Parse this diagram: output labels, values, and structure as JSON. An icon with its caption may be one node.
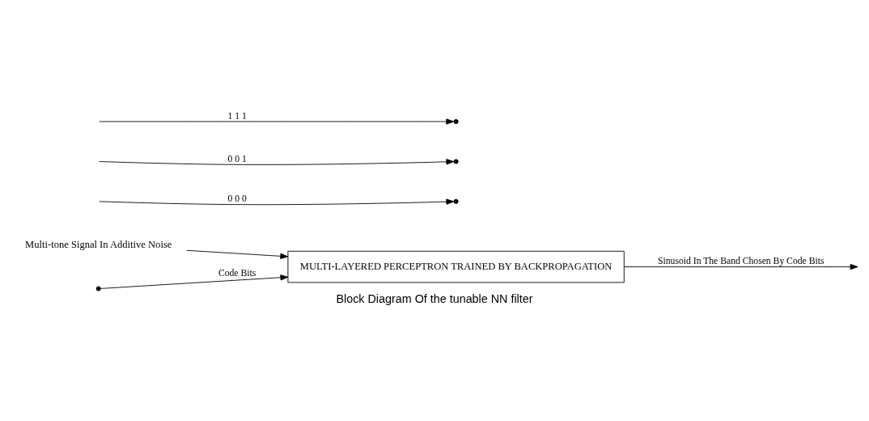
{
  "diagram": {
    "caption": "Block Diagram Of the tunable NN filter",
    "nodes": [
      {
        "text": [
          "MULTI-LAYERED PERCEPTRON TRAINED BY BACKPROPAGATION"
        ]
      },
      {
        "text": [],
        "shape": "circle"
      },
      {
        "text": [],
        "shape": "circle"
      },
      {
        "text": [],
        "shape": "circle"
      },
      {
        "text": [],
        "shape": "circle"
      },
      {
        "text": [
          "Multi-tone Signal In Additive Noise"
        ]
      }
    ],
    "edges": [
      {
        "from": 5,
        "to": 0,
        "arrow": "to"
      },
      {
        "from": null,
        "to": 1,
        "arrow": "to",
        "label": "0 0 0"
      },
      {
        "from": null,
        "to": 2,
        "arrow": "to",
        "label": "0 0 1"
      },
      {
        "from": null,
        "to": 3,
        "arrow": "to",
        "label": "1 1 1"
      },
      {
        "from": 4,
        "to": 0,
        "arrow": "to",
        "label": "Code Bits"
      },
      {
        "from": 0,
        "to": null,
        "arrow": "to",
        "label": "Sinusoid In The Band Chosen By Code Bits"
      }
    ]
  }
}
